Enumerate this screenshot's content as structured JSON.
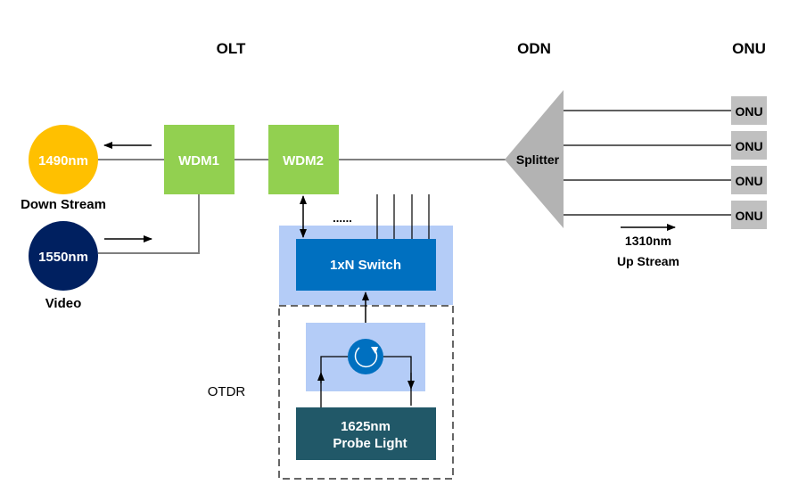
{
  "headers": {
    "olt": "OLT",
    "odn": "ODN",
    "onu": "ONU"
  },
  "sources": {
    "downstream": {
      "wavelength": "1490nm",
      "caption": "Down Stream",
      "color": "#FFC000"
    },
    "video": {
      "wavelength": "1550nm",
      "caption": "Video",
      "color": "#002060"
    }
  },
  "wdm1": {
    "label": "WDM1",
    "color": "#92D050"
  },
  "wdm2": {
    "label": "WDM2",
    "color": "#92D050"
  },
  "splitter": {
    "label": "Splitter",
    "color": "#B3B3B3"
  },
  "onus": [
    {
      "label": "ONU"
    },
    {
      "label": "ONU"
    },
    {
      "label": "ONU"
    },
    {
      "label": "ONU"
    }
  ],
  "upstream": {
    "wavelength": "1310nm",
    "caption": "Up Stream"
  },
  "switch": {
    "label": "1xN Switch",
    "ellipsis": "......",
    "color": "#0070C0",
    "panel_color": "#B4CCF7"
  },
  "otdr": {
    "label": "OTDR"
  },
  "probe": {
    "line1": "1625nm",
    "line2": "Probe Light",
    "color": "#215868"
  }
}
